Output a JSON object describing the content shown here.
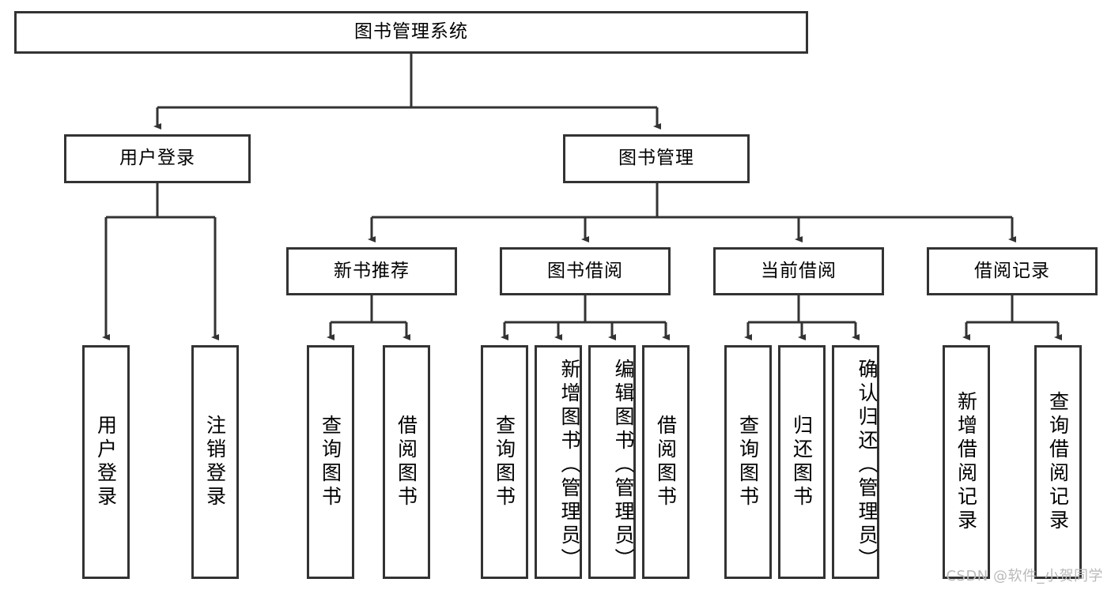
{
  "diagram": {
    "title": "图书管理系统",
    "type": "tree-hierarchy-diagram",
    "colors": {
      "box_border": "#333333",
      "box_fill": "#ffffff",
      "connector": "#333333",
      "background": "#ffffff",
      "watermark": "#b9b9b9"
    },
    "root": {
      "label": "图书管理系统"
    },
    "level2": [
      {
        "label": "用户登录"
      },
      {
        "label": "图书管理"
      }
    ],
    "level3": [
      {
        "label": "新书推荐"
      },
      {
        "label": "图书借阅"
      },
      {
        "label": "当前借阅"
      },
      {
        "label": "借阅记录"
      }
    ],
    "leaves": {
      "user_login": [
        {
          "label": "用户登录"
        },
        {
          "label": "注销登录"
        }
      ],
      "new_book_recommend": [
        {
          "label": "查询图书"
        },
        {
          "label": "借阅图书"
        }
      ],
      "book_borrow": [
        {
          "label": "查询图书"
        },
        {
          "label": "新增图书（管理员）"
        },
        {
          "label": "编辑图书（管理员）"
        },
        {
          "label": "借阅图书"
        }
      ],
      "current_borrow": [
        {
          "label": "查询图书"
        },
        {
          "label": "归还图书"
        },
        {
          "label": "确认归还（管理员）"
        }
      ],
      "borrow_record": [
        {
          "label": "新增借阅记录"
        },
        {
          "label": "查询借阅记录"
        }
      ]
    }
  },
  "watermark": {
    "text": "CSDN @软件_小贺同学"
  }
}
